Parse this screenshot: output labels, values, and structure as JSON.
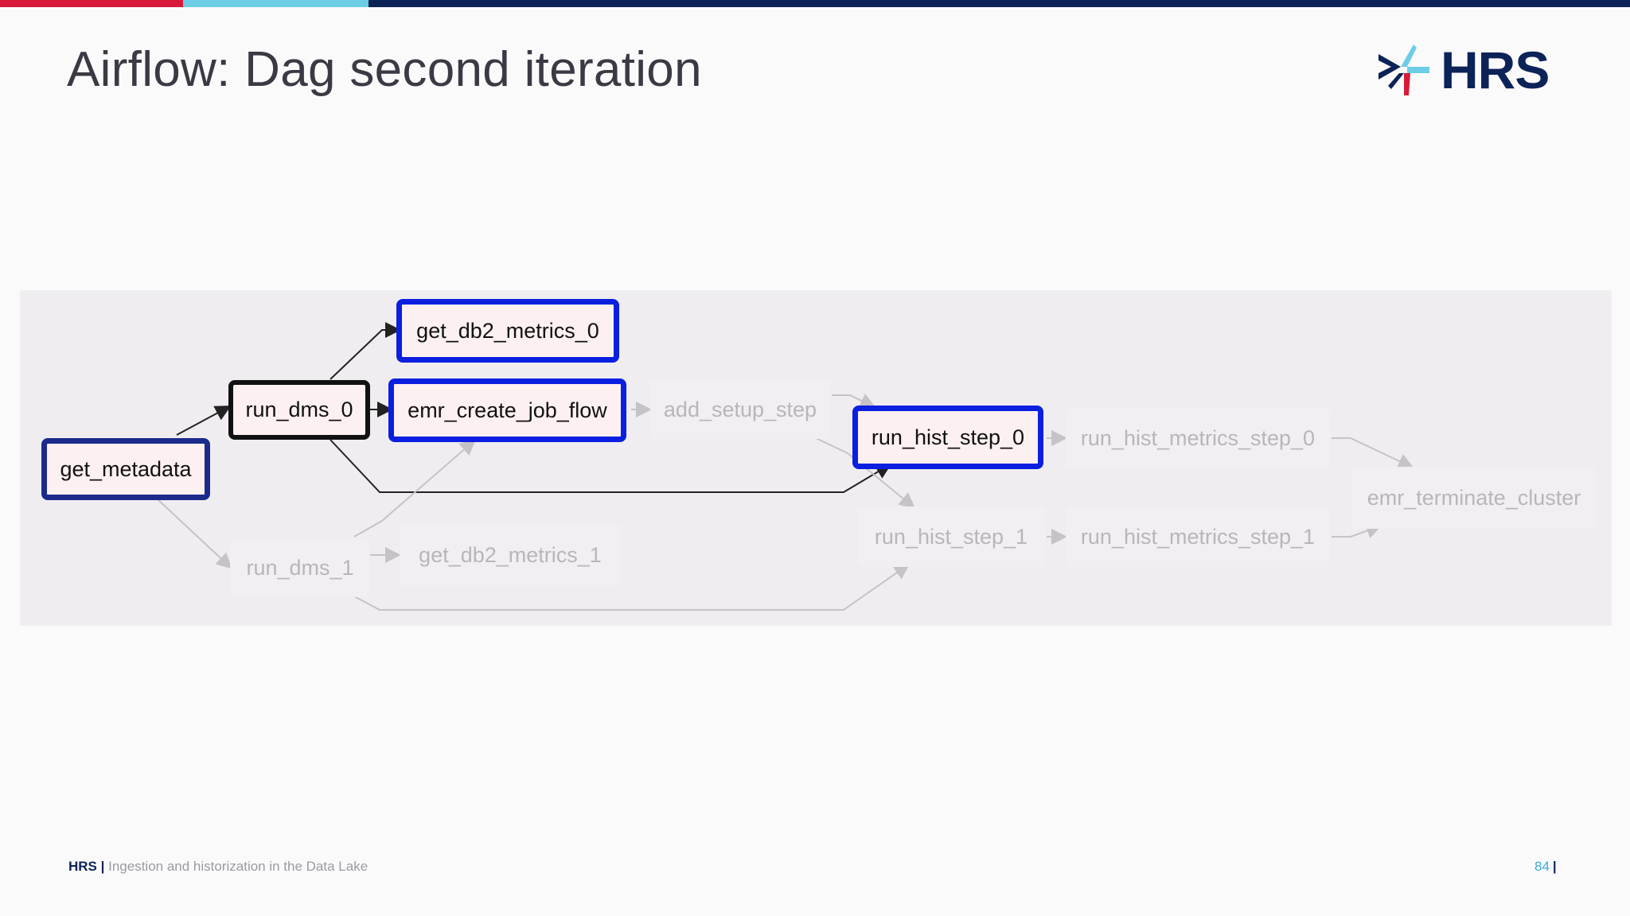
{
  "slide": {
    "title": "Airflow: Dag second iteration",
    "logo_text": "HRS",
    "footer_brand": "HRS |",
    "footer_text": "Ingestion and historization in the Data Lake",
    "page_number": "84",
    "page_bar": "|"
  },
  "colors": {
    "accent_red": "#d71a3a",
    "accent_cyan": "#6ccde5",
    "accent_navy": "#0c2357",
    "active_border": "#0b1fe0"
  },
  "dag": {
    "nodes": {
      "get_metadata": "get_metadata",
      "run_dms_0": "run_dms_0",
      "run_dms_1": "run_dms_1",
      "get_db2_metrics_0": "get_db2_metrics_0",
      "get_db2_metrics_1": "get_db2_metrics_1",
      "emr_create_job_flow": "emr_create_job_flow",
      "add_setup_step": "add_setup_step",
      "run_hist_step_0": "run_hist_step_0",
      "run_hist_step_1": "run_hist_step_1",
      "run_hist_metrics_step_0": "run_hist_metrics_step_0",
      "run_hist_metrics_step_1": "run_hist_metrics_step_1",
      "emr_terminate_cluster": "emr_terminate_cluster"
    }
  }
}
